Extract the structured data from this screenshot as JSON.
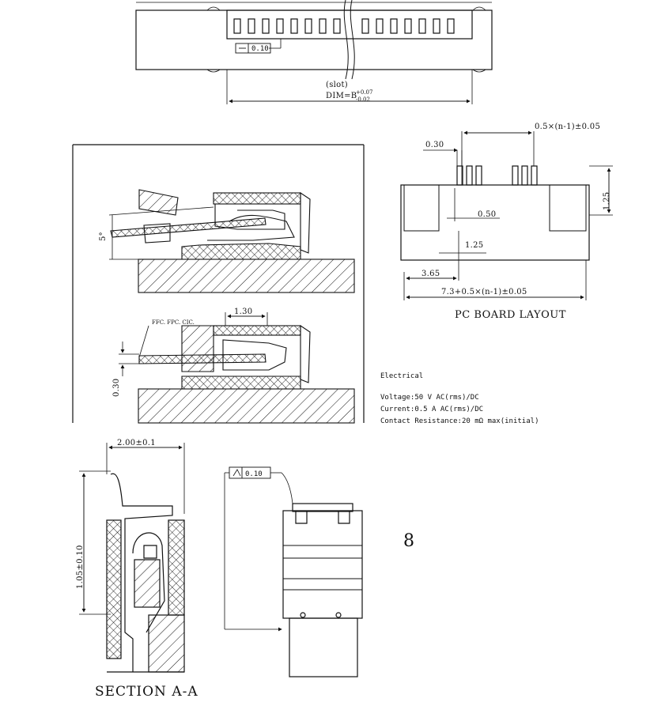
{
  "top_view": {
    "tolerance_frame": "0.10",
    "slot_label": "(slot)",
    "dim_label": "DIM=B",
    "dim_upper": "+0.07",
    "dim_lower": "-0.02"
  },
  "pc_board_layout": {
    "title": "PC BOARD LAYOUT",
    "pitch_label": "0.5×(n-1)±0.05",
    "pin_width": "0.30",
    "spacing": "0.50",
    "height": "1.25",
    "offset": "1.25",
    "edge": "3.65",
    "overall": "7.3+0.5×(n-1)±0.05"
  },
  "cross_section": {
    "angle": "5°",
    "insert_label": "FFC. FPC. CIC.",
    "insert_width": "1.30",
    "gap": "0.30"
  },
  "electrical": {
    "heading": "Electrical",
    "voltage": "Voltage:50 V AC(rms)/DC",
    "current": "Current:0.5 A AC(rms)/DC",
    "resistance": "Contact Resistance:20 mΩ max(initial)"
  },
  "section_aa": {
    "width": "2.00±0.1",
    "height": "1.05±0.10",
    "title": "SECTION A-A"
  },
  "side_view": {
    "tolerance_frame": "0.10"
  },
  "page_number": "8"
}
